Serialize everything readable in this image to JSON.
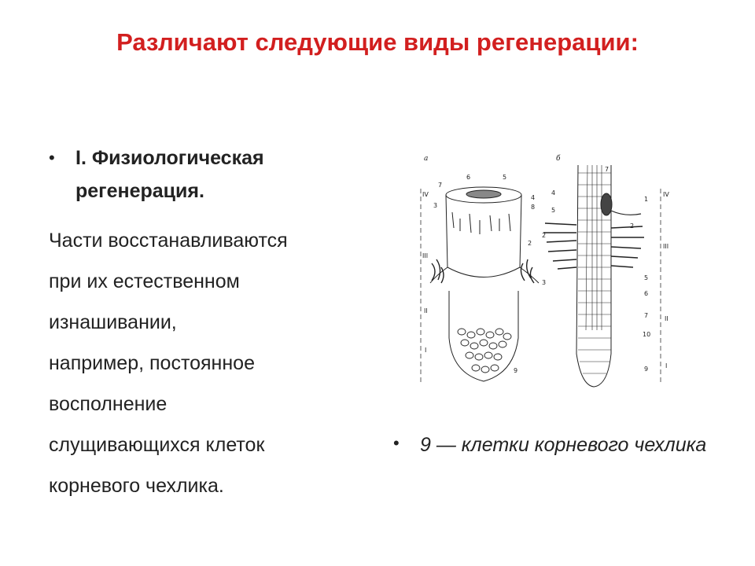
{
  "slide": {
    "title": "Различают следующие виды регенерации:",
    "left": {
      "heading": "I. Физиологическая регенерация.",
      "lines": [
        "Части восстанавливаются",
        "при их естественном",
        "изнашивании,",
        "например, постоянное",
        "восполнение",
        "слущивающихся клеток",
        "корневого чехлика."
      ]
    },
    "caption": "9 — клетки корневого чехлика",
    "figure": {
      "panel_a": "а",
      "panel_b": "б",
      "zones": [
        "IV",
        "III",
        "II",
        "I"
      ],
      "labels_a": [
        "7",
        "6",
        "5",
        "4",
        "8",
        "3",
        "2",
        "9"
      ],
      "labels_b_top": [
        "7"
      ],
      "labels_b_left": [
        "4",
        "5",
        "2",
        "3"
      ],
      "labels_b_right": [
        "1",
        "2",
        "5",
        "6",
        "7",
        "10",
        "9"
      ]
    }
  }
}
